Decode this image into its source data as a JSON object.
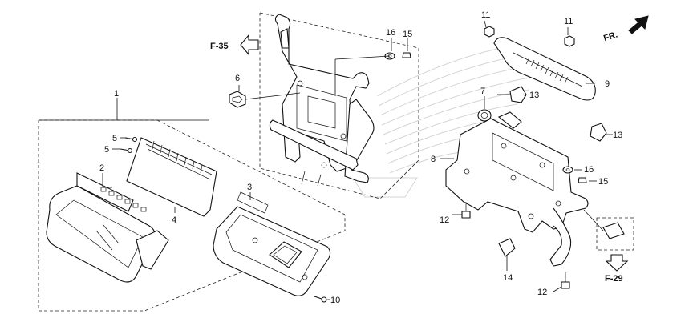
{
  "callouts": {
    "c1": "1",
    "c2": "2",
    "c3": "3",
    "c4": "4",
    "c5a": "5",
    "c5b": "5",
    "c6": "6",
    "c7": "7",
    "c8": "8",
    "c9": "9",
    "c10": "10",
    "c11a": "11",
    "c11b": "11",
    "c12a": "12",
    "c12b": "12",
    "c13a": "13",
    "c13b": "13",
    "c14": "14",
    "c15a": "15",
    "c15b": "15",
    "c16a": "16",
    "c16b": "16"
  },
  "references": {
    "f35": "F-35",
    "f29": "F-29",
    "front": "FR."
  }
}
